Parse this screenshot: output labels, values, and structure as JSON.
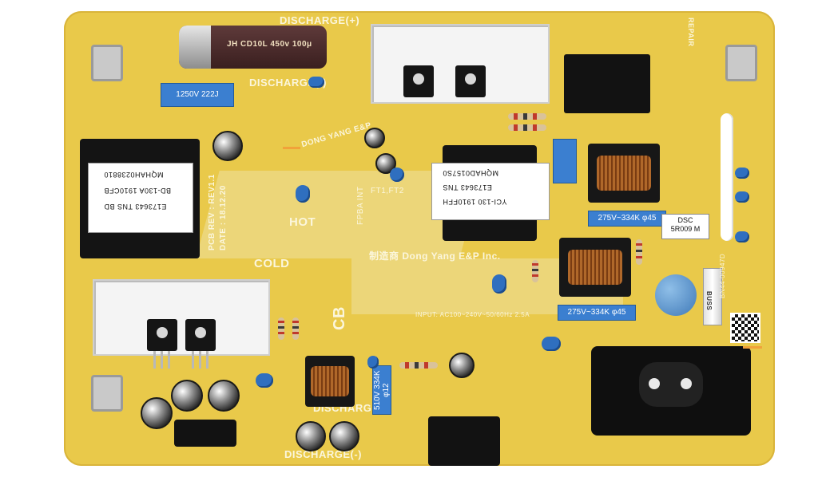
{
  "board": {
    "labels": {
      "discharge_top": "DISCHARGE(+)",
      "discharge_mid": "DISCHARGE(-)",
      "discharge_mid2": "DISCHARGE(-)",
      "discharge_bottom": "DISCHARGE(-)",
      "hot": "HOT",
      "cold": "COLD",
      "cb": "CB",
      "maker": "制造商 Dong Yang E&P Inc.",
      "brand": "DONG YANG E&P",
      "pcb_rev": "PCB REV : REV1.1",
      "date": "DATE : 18.12.20",
      "repair": "REPAIR",
      "fpba": "FPBA INT",
      "ft": "FT1,FT2"
    },
    "stickers": {
      "dsc": "DSC",
      "dsc_code": "5R009 M",
      "buss": "BUSS",
      "trafo_line1": "MQHAD0157S0",
      "trafo_line2": "E173643 TNS",
      "trafo_line3": "YCI-130  1910FFH",
      "trafo_left_line1": "MQHAH0238810",
      "trafo_left_line2": "BD-130A  1910CFB",
      "trafo_left_line3": "E173643 TNS BD"
    },
    "components": {
      "cap_big_top": "JH  CD10L  450v  100μ",
      "film_cap_1": "275V~334K φ45",
      "film_cap_2": "275V~334K φ45",
      "film_cap_3": "510V 334K φ12",
      "blue_cap_text": "1250V 222J",
      "rating": "INPUT: AC100~240V~50/60Hz 2.5A",
      "bottom_plate": "BN44-00947D"
    }
  }
}
